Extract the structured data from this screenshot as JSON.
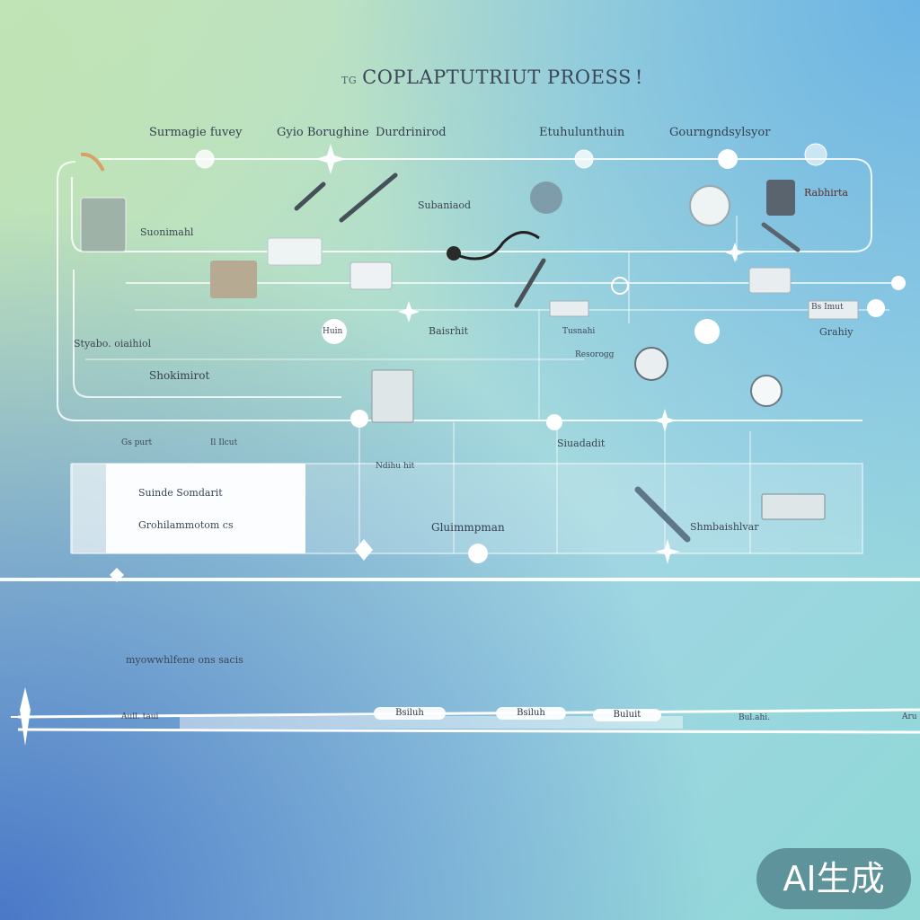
{
  "title": {
    "prefix": "TG",
    "main": "COPLAPTUTRIUT PROESS",
    "suffix": "!"
  },
  "headers": {
    "col1": "Surmagie fuvey",
    "col2": "Gyio Borughine",
    "col3": "Durdrinirod",
    "col4": "Etuhulunthuin",
    "col5": "Gourngndsylsyor"
  },
  "labels": {
    "l_sobaniad": "Subaniaod",
    "l_suonimahi": "Suonimahl",
    "l_rabhirta": "Rabhirta",
    "l_stygabo": "Styabo. oiaihiol",
    "l_shokimirot": "Shokimirot",
    "l_baisrhit": "Baisrhit",
    "l_tusnahi": "Tusnahi",
    "l_resorogg": "Resorogg",
    "l_grahiy": "Grahiy",
    "l_huin": "Huin",
    "l_ndihu": "Ndihu hit",
    "l_gsrunt": "Gs purt",
    "l_ilcut": "Il Ilcut",
    "l_bsmut": "Bs Imut",
    "l_siuadadit": "Siuadadit",
    "l_gluimmpman": "Gluimmpman",
    "l_shonbshivar": "Shmbaishlvar"
  },
  "white_panel": {
    "line1": "Suinde Somdarit",
    "line2": "Grohilammotom cs"
  },
  "bottom_caption": "myowwhlfene ons sacis",
  "timeline": {
    "labels": [
      "Aull. taui",
      "Bsiluh",
      "Bsiluh",
      "Buluit",
      "Bul.ahi.",
      "Aru"
    ]
  },
  "badge": "AI生成"
}
